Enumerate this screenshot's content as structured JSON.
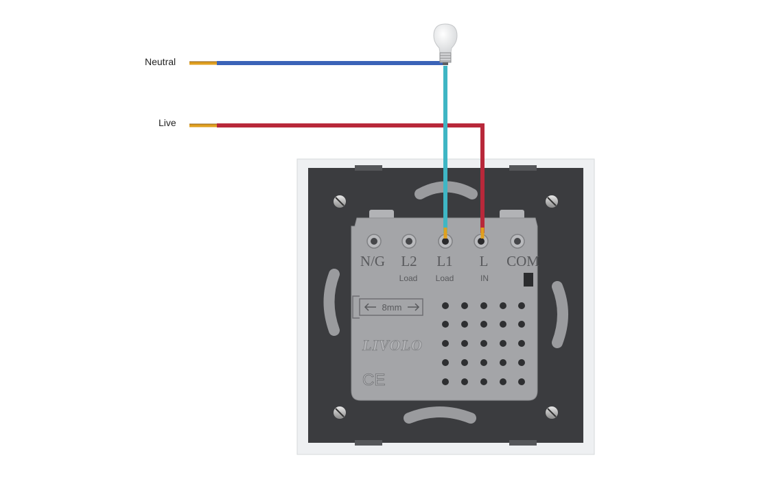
{
  "wires": {
    "neutral": {
      "label": "Neutral",
      "color": "#3a63b8"
    },
    "live": {
      "label": "Live",
      "color": "#b8283a"
    },
    "load": {
      "color": "#3fb6c4"
    }
  },
  "terminals": [
    {
      "name": "N/G",
      "sub": ""
    },
    {
      "name": "L2",
      "sub": "Load"
    },
    {
      "name": "L1",
      "sub": "Load"
    },
    {
      "name": "L",
      "sub": "IN"
    },
    {
      "name": "COM",
      "sub": ""
    }
  ],
  "module": {
    "strip_length": "8mm",
    "brand": "LIVOLO",
    "mark": "CE"
  },
  "colors": {
    "plate_frame": "#eef0f2",
    "plate_body": "#3b3c3f",
    "module_body": "#a4a5a8",
    "copper": "#e0a020"
  },
  "icons": [
    "light-bulb-icon",
    "screw-icon",
    "ce-mark-icon"
  ]
}
